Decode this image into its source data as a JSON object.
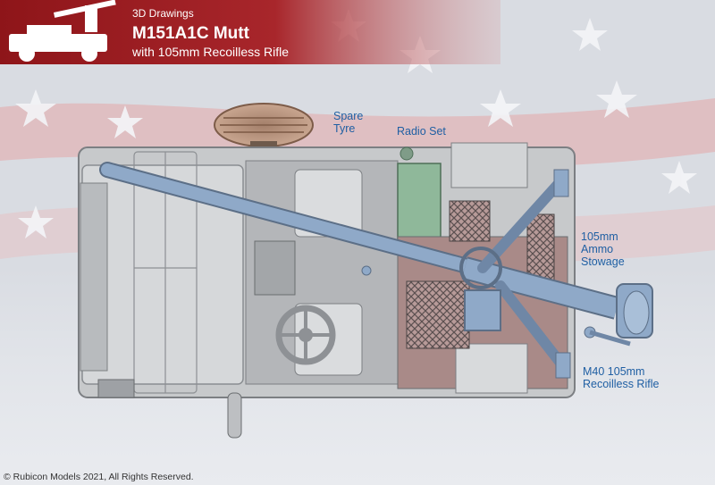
{
  "header": {
    "kicker": "3D Drawings",
    "title": "M151A1C Mutt",
    "subtitle": "with 105mm Recoilless Rifle"
  },
  "callouts": {
    "spare_tyre": [
      "Spare",
      "Tyre"
    ],
    "radio_set": "Radio Set",
    "ammo_stowage": [
      "105mm",
      "Ammo",
      "Stowage"
    ],
    "rifle": [
      "M40 105mm",
      "Recoilless Rifle"
    ]
  },
  "footer": {
    "copyright": "© Rubicon Models 2021, All Rights Reserved."
  },
  "colors": {
    "header_red": "#9b1c22",
    "callout_blue": "#1f5fa3",
    "rifle_blue": "#8fa9c8",
    "radio_green": "#8fb89a",
    "body_grey": "#c9cbcd"
  }
}
